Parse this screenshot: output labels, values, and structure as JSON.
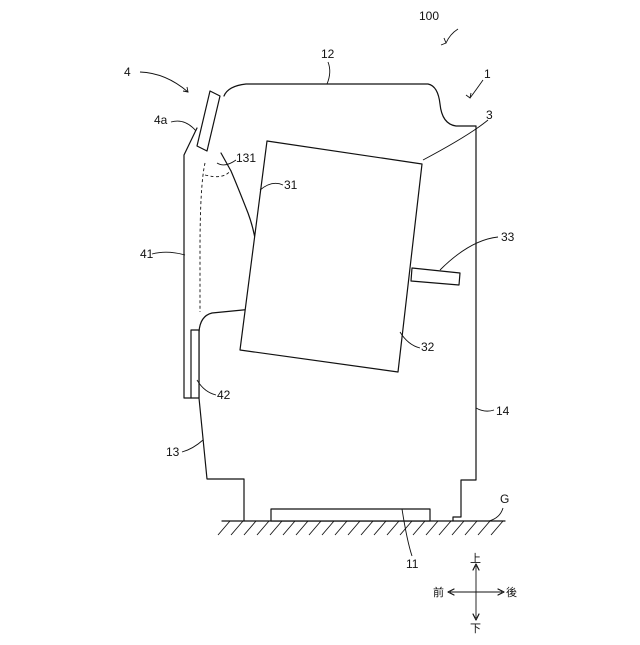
{
  "figure": {
    "labels": {
      "device": "100",
      "body": "1",
      "unit": "3",
      "top": "12",
      "front_upper": "4",
      "front_upper_a": "4a",
      "inner": "131",
      "unit_front": "31",
      "front_panel": "41",
      "handle": "33",
      "unit_rear": "32",
      "lower_panel": "42",
      "front_lower": "13",
      "rear": "14",
      "ground": "G",
      "base": "11"
    },
    "directions": {
      "up": "上",
      "down": "下",
      "front": "前",
      "back": "後"
    }
  }
}
